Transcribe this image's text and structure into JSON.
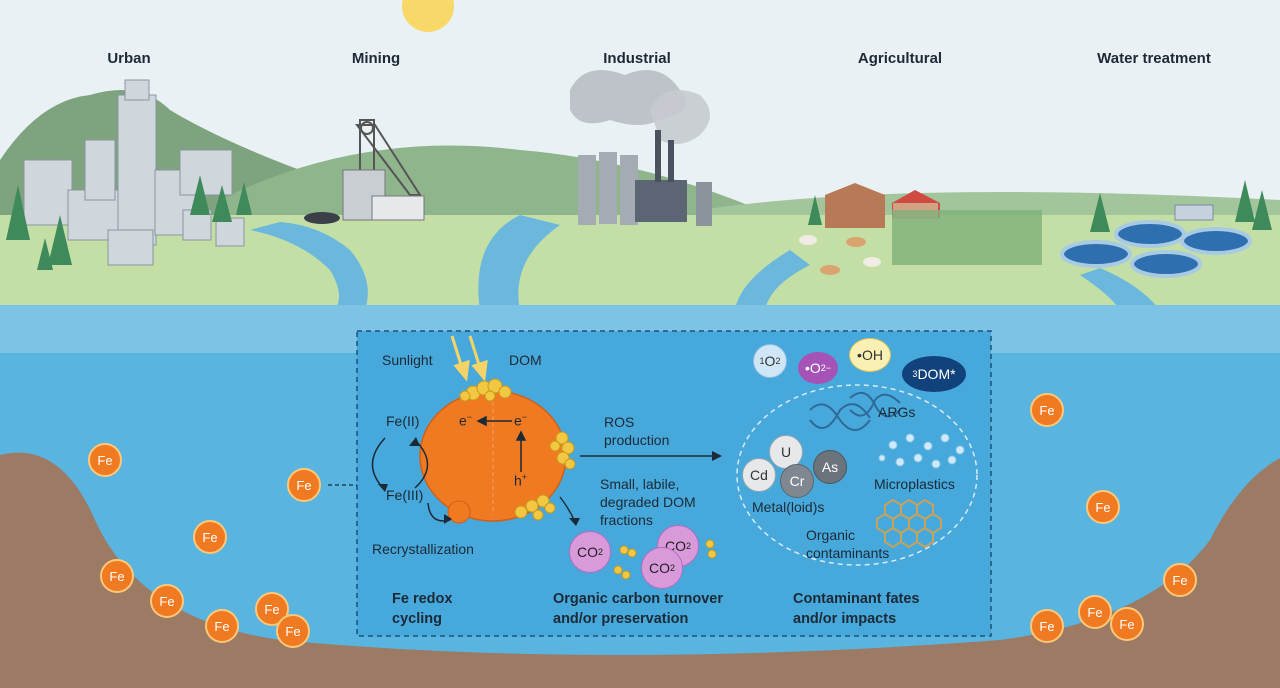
{
  "categories": {
    "urban": "Urban",
    "mining": "Mining",
    "industrial": "Industrial",
    "agricultural": "Agricultural",
    "water_treatment": "Water treatment"
  },
  "panel": {
    "sunlight": "Sunlight",
    "dom": "DOM",
    "fe_ii": "Fe(II)",
    "fe_iii": "Fe(III)",
    "electron": "e",
    "electron_charge": "−",
    "hole": "h",
    "hole_charge": "+",
    "recrystallization": "Recrystallization",
    "ros_production_line1": "ROS",
    "ros_production_line2": "production",
    "small_dom_line1": "Small, labile,",
    "small_dom_line2": "degraded DOM",
    "small_dom_line3": "fractions",
    "co2_base": "CO",
    "co2_sub": "2",
    "args": "ARGs",
    "microplastics": "Microplastics",
    "metalloids": "Metal(loid)s",
    "organic_line1": "Organic",
    "organic_line2": "contaminants",
    "ros": {
      "singlet_oxygen_sup": "1",
      "singlet_oxygen_base": "O",
      "singlet_oxygen_sub": "2",
      "superoxide_base": "•O",
      "superoxide_sub": "2",
      "superoxide_sup": "−",
      "hydroxyl": "•OH",
      "triplet_dom_sup": "3",
      "triplet_dom_base": "DOM*"
    },
    "metals": {
      "u": "U",
      "cd": "Cd",
      "cr": "Cr",
      "as": "As"
    },
    "section_titles": {
      "fe_redox_line1": "Fe redox",
      "fe_redox_line2": "cycling",
      "carbon_line1": "Organic carbon turnover",
      "carbon_line2": "and/or preservation",
      "contaminant_line1": "Contaminant fates",
      "contaminant_line2": "and/or impacts"
    }
  },
  "fe_label": "Fe",
  "colors": {
    "sky": "#eaf1f4",
    "water": "#5ab4e0",
    "panel": "#47a8dc",
    "sediment": "#9c7a63",
    "iron_oxide": "#f07a22",
    "dom_globules": "#f2c842",
    "co2": "#d89ad9"
  }
}
